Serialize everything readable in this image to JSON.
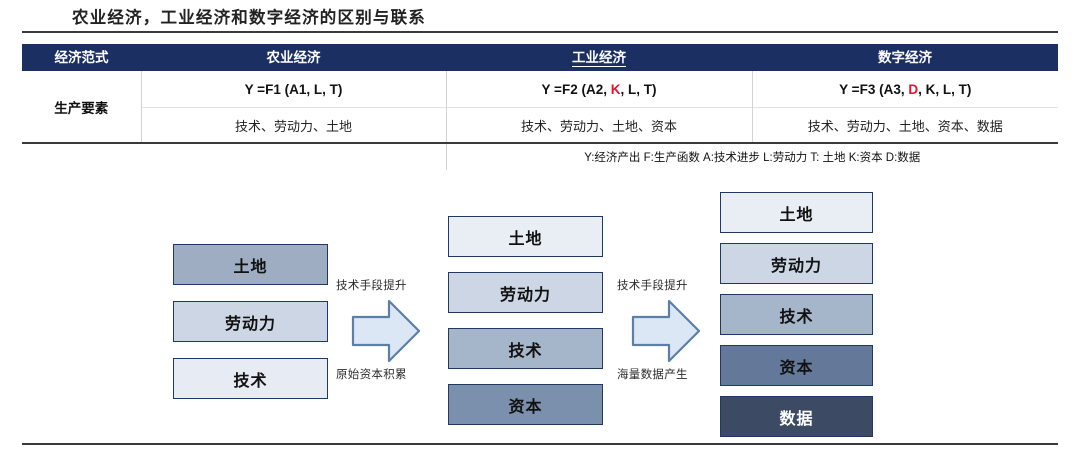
{
  "title": "农业经济，工业经济和数字经济的区别与联系",
  "colors": {
    "header_navy": "#1b2f63",
    "rule_gray": "#3a3a3a",
    "accent_red": "#e8112d",
    "box_border": "#1f3864",
    "arrow_fill": "#dbe7f5",
    "arrow_stroke": "#5b7fa6"
  },
  "table": {
    "headers": [
      "经济范式",
      "农业经济",
      "工业经济",
      "数字经济"
    ],
    "header_underlined": [
      false,
      false,
      true,
      false
    ],
    "row_label": "生产要素",
    "formulas": [
      {
        "prefix": "Y =F1 (A1, L, T)",
        "accent": "",
        "suffix": ""
      },
      {
        "prefix": "Y =F2 (A2, ",
        "accent": "K",
        "suffix": ", L, T)"
      },
      {
        "prefix": "Y =F3 (A3, ",
        "accent": "D",
        "suffix": ", K, L, T)"
      }
    ],
    "factors": [
      "技术、劳动力、土地",
      "技术、劳动力、土地、资本",
      "技术、劳动力、土地、资本、数据"
    ],
    "note_items": [
      {
        "key": "Y:",
        "val": "经济产出"
      },
      {
        "key": "F:",
        "val": "生产函数"
      },
      {
        "key": "A:",
        "val": "技术进步"
      },
      {
        "key": "L:",
        "val": "劳动力"
      },
      {
        "key": "T:",
        "val": " 土地"
      },
      {
        "key": "K:",
        "val": "资本"
      },
      {
        "key": "D:",
        "val": "数据"
      }
    ],
    "note_text": "Y:经济产出  F:生产函数 A:技术进步  L:劳动力 T: 土地 K:资本 D:数据"
  },
  "diagram": {
    "stages": [
      {
        "name": "agricultural-stage",
        "boxes": [
          {
            "label": "土地",
            "fill": "#9fadc2"
          },
          {
            "label": "劳动力",
            "fill": "#ccd6e4"
          },
          {
            "label": "技术",
            "fill": "#e7ecf4"
          }
        ]
      },
      {
        "name": "industrial-stage",
        "boxes": [
          {
            "label": "土地",
            "fill": "#e9eef5"
          },
          {
            "label": "劳动力",
            "fill": "#ccd6e4"
          },
          {
            "label": "技术",
            "fill": "#a5b5ca"
          },
          {
            "label": "资本",
            "fill": "#7b90ad"
          }
        ]
      },
      {
        "name": "digital-stage",
        "boxes": [
          {
            "label": "土地",
            "fill": "#e9eef5"
          },
          {
            "label": "劳动力",
            "fill": "#ccd6e4"
          },
          {
            "label": "技术",
            "fill": "#a5b5ca"
          },
          {
            "label": "资本",
            "fill": "#64799a"
          },
          {
            "label": "数据",
            "fill": "#3c4b63"
          }
        ]
      }
    ],
    "arrows": [
      {
        "name": "arrow-1",
        "top_label": "技术手段提升",
        "bottom_label": "原始资本积累"
      },
      {
        "name": "arrow-2",
        "top_label": "技术手段提升",
        "bottom_label": "海量数据产生"
      }
    ]
  }
}
